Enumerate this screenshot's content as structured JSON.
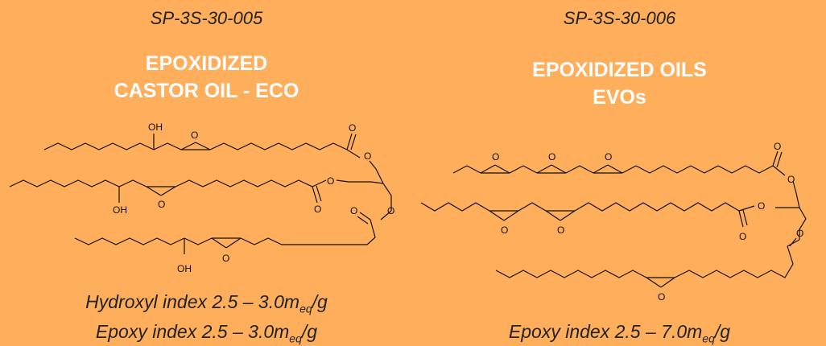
{
  "left": {
    "code": "SP-3S-30-005",
    "title_line1": "EPOXIDIZED",
    "title_line2": "CASTOR OIL - ECO",
    "structure_labels": {
      "oh": "OH",
      "o": "O"
    },
    "properties": [
      {
        "prefix": "Hydroxyl index 2.5 – 3.0m",
        "sub": "eq",
        "suffix": "/g"
      },
      {
        "prefix": "Epoxy index 2.5 – 3.0m",
        "sub": "eq",
        "suffix": "/g"
      }
    ]
  },
  "right": {
    "code": "SP-3S-30-006",
    "title_line1": "EPOXIDIZED OILS",
    "title_line2": "EVOs",
    "structure_labels": {
      "o": "O"
    },
    "properties": [
      {
        "prefix": "Epoxy index 2.5 – 7.0m",
        "sub": "eq",
        "suffix": "/g"
      }
    ]
  }
}
